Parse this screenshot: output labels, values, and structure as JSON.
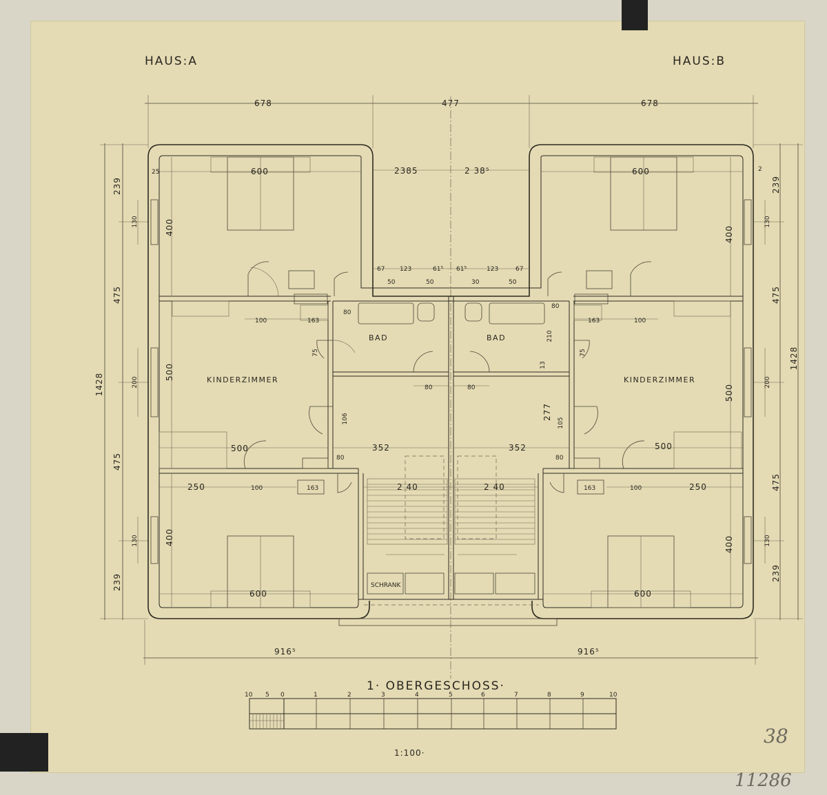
{
  "house_a_label": "HAUS:A",
  "house_b_label": "HAUS:B",
  "title": "1· OBERGESCHOSS·",
  "scale_text": "1:100·",
  "archive_number": "11286",
  "page_mark": "38",
  "room_labels": {
    "kinder_a": "KINDERZIMMER",
    "kinder_b": "KINDERZIMMER",
    "bad_a": "BAD",
    "bad_b": "BAD",
    "schrank": "SCHRANK"
  },
  "dimensions": {
    "top_678_left": "678",
    "top_477": "477",
    "top_678_right": "678",
    "bottom_9165_left": "916⁵",
    "bottom_9165_right": "916⁵",
    "left_total": "1428",
    "right_total": "1428",
    "left_239_top": "239",
    "left_475_top": "475",
    "left_475_bottom": "475",
    "left_239_bottom": "239",
    "right_239_top": "239",
    "right_475_top": "475",
    "right_475_bottom": "475",
    "right_239_bottom": "239",
    "left_130_top": "130",
    "left_200": "200",
    "left_130_bottom": "130",
    "right_130_top": "130",
    "right_200": "200",
    "right_130_bottom": "130",
    "bed_600_tl": "600",
    "bed_600_tr": "600",
    "bed_600_bl": "600",
    "bed_600_br": "600",
    "room_400_tl": "400",
    "room_400_tr": "400",
    "room_400_bl": "400",
    "room_400_br": "400",
    "kinder_500_left_v": "500",
    "kinder_500_right_v": "500",
    "kinder_500_left_h": "500",
    "kinder_500_right_h": "500",
    "court_2385_left": "2385",
    "court_2385_right": "2 38⁵",
    "win_67_a": "67",
    "win_123_a": "123",
    "win_615_a": "61⁵",
    "win_615_b": "61⁵",
    "win_123_b": "123",
    "win_67_b": "67",
    "small_50_1": "50",
    "small_50_2": "50",
    "small_30": "30",
    "small_50_3": "50",
    "bath_80_a": "80",
    "bath_80_b": "80",
    "door_80_a": "80",
    "door_80_b": "80",
    "door_80_c": "80",
    "door_80_d": "80",
    "cl_100_a": "100",
    "cl_163_a": "163",
    "cl_163_b": "163",
    "cl_100_b": "100",
    "dim_75_a": "75",
    "dim_75_b": "75",
    "dim_210": "210",
    "dim_13": "13",
    "dim_106": "106",
    "dim_277": "277",
    "dim_105": "105",
    "hall_352_a": "352",
    "hall_352_b": "352",
    "stair_240_a": "2 40",
    "stair_240_b": "2 40",
    "bot_250_a": "250",
    "bot_100_a": "100",
    "bot_163_a": "163",
    "bot_163_b": "163",
    "bot_100_b": "100",
    "bot_250_b": "250",
    "w25": "25",
    "w2": "2"
  },
  "scale_bar_labels": [
    "10",
    "5",
    "0",
    "1",
    "2",
    "3",
    "4",
    "5",
    "6",
    "7",
    "8",
    "9",
    "10"
  ]
}
